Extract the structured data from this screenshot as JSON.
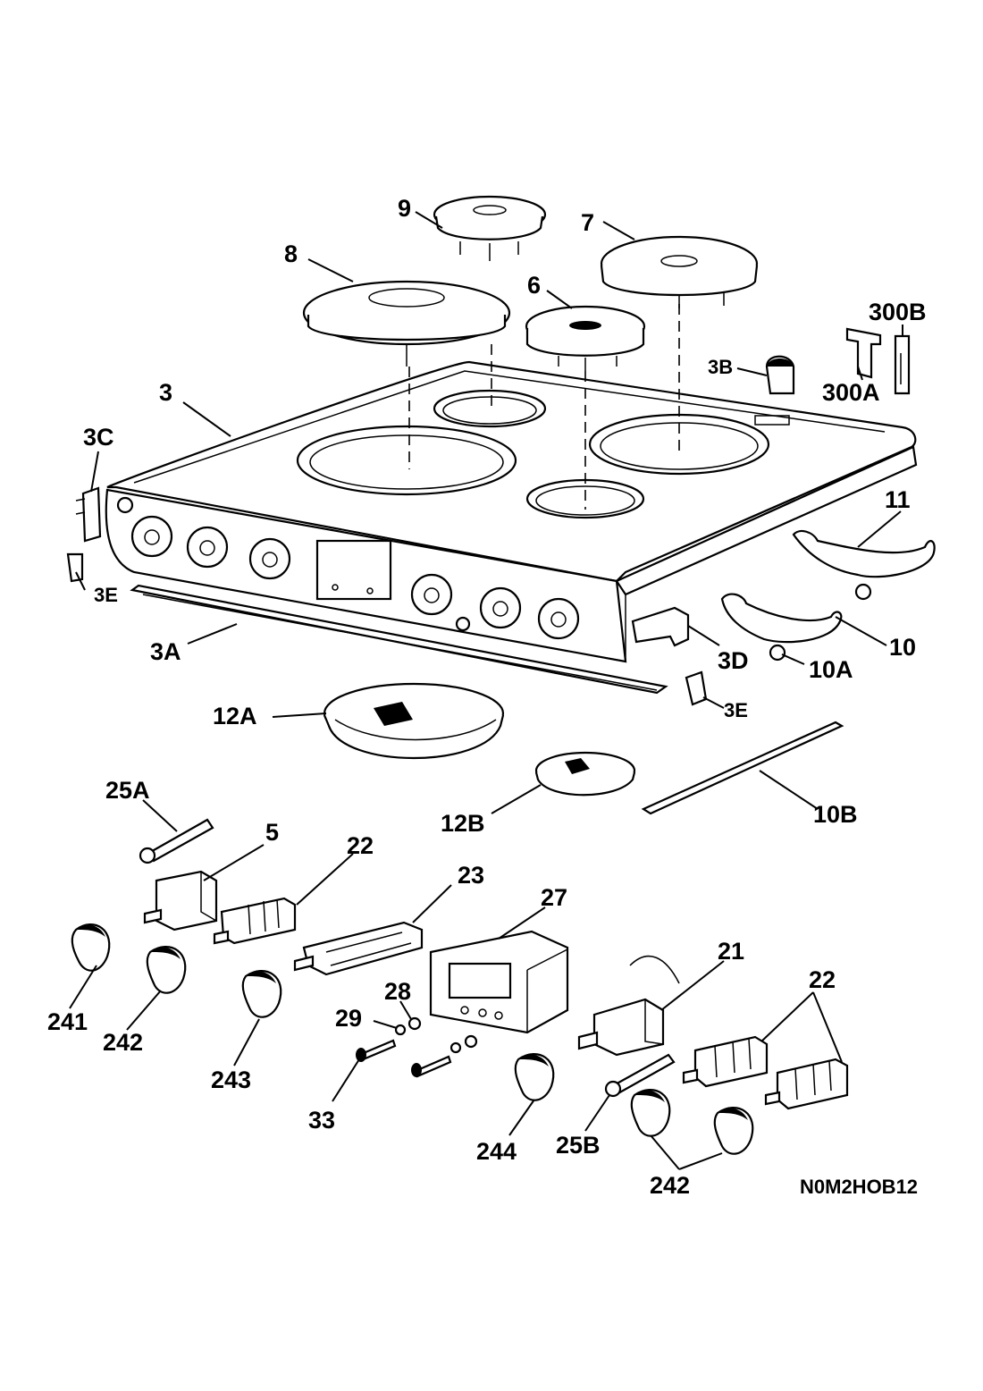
{
  "diagram": {
    "drawing_code": "N0M2HOB12",
    "labels": {
      "p9": "9",
      "p7": "7",
      "p8": "8",
      "p6": "6",
      "p300b": "300B",
      "p3b": "3B",
      "p300a": "300A",
      "p3": "3",
      "p3c": "3C",
      "p11": "11",
      "p3e_left": "3E",
      "p3a": "3A",
      "p3d": "3D",
      "p10": "10",
      "p10a": "10A",
      "p3e_right": "3E",
      "p12a": "12A",
      "p12b": "12B",
      "p10b": "10B",
      "p25a": "25A",
      "p5": "5",
      "p22_left": "22",
      "p23": "23",
      "p27": "27",
      "p21": "21",
      "p22_right": "22",
      "p28": "28",
      "p29": "29",
      "p241": "241",
      "p242_left": "242",
      "p243": "243",
      "p33": "33",
      "p244": "244",
      "p25b": "25B",
      "p242_right": "242"
    }
  }
}
